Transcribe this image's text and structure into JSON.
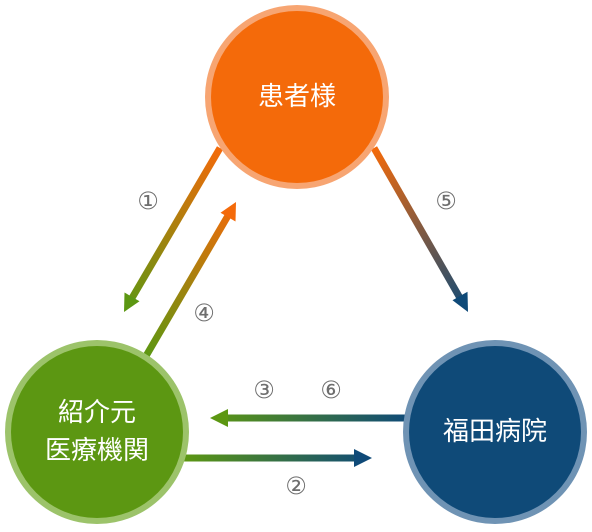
{
  "nodes": {
    "patient": {
      "label": "患者様",
      "color": "#f46a0a",
      "ring": "#f7a572"
    },
    "referrer": {
      "label_line1": "紹介元",
      "label_line2": "医療機関",
      "color": "#5c9712",
      "ring": "#9cc36a"
    },
    "hospital": {
      "label": "福田病院",
      "color": "#0f4a78",
      "ring": "#6f93b4"
    }
  },
  "steps": {
    "s1": "①",
    "s2": "②",
    "s3": "③",
    "s4": "④",
    "s5": "⑤",
    "s6": "⑥"
  },
  "colors": {
    "orange": "#f46a0a",
    "green": "#5c9712",
    "navy": "#0f4a78",
    "step_text": "#6e6e6e"
  }
}
